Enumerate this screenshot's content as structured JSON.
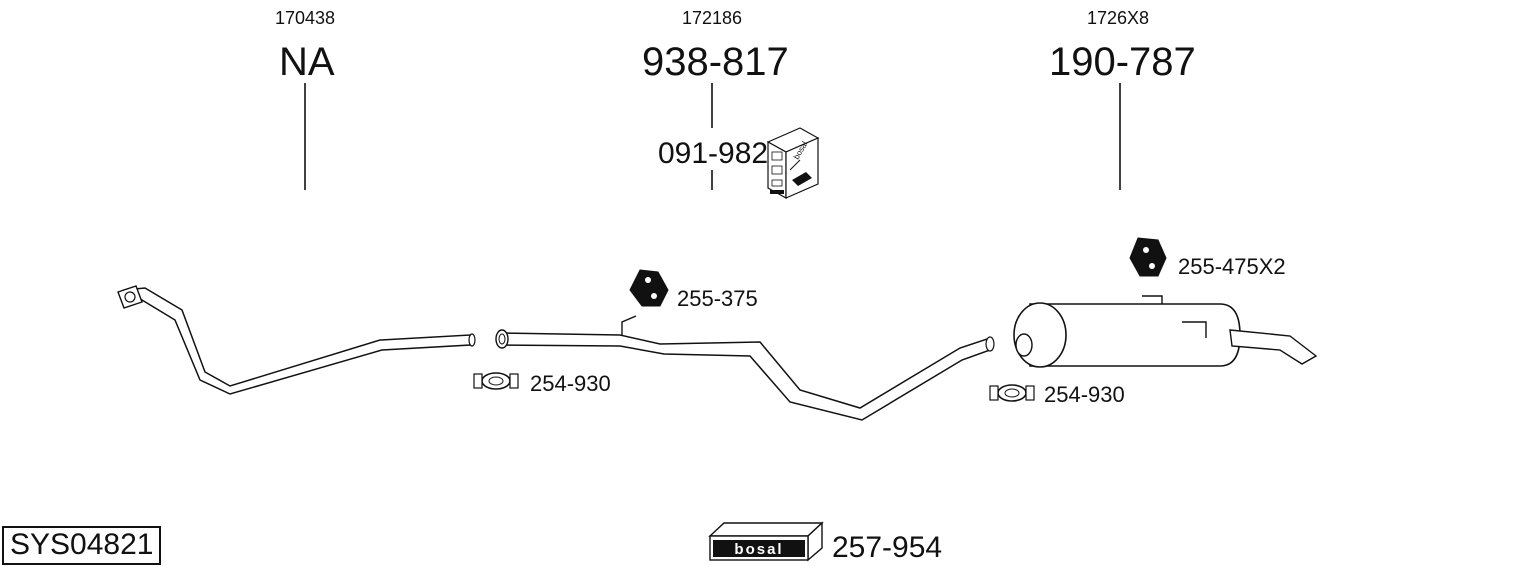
{
  "columns": [
    {
      "ref": "170438",
      "part": "NA"
    },
    {
      "ref": "172186",
      "part": "938-817"
    },
    {
      "ref": "1726X8",
      "part": "190-787"
    }
  ],
  "kit_part": "091-982",
  "hardware": {
    "mount_front": "255-375",
    "mount_rear": "255-475X2",
    "clamp_front": "254-930",
    "clamp_rear": "254-930"
  },
  "system_id": "SYS04821",
  "footer_part": "257-954",
  "brand": "bosal",
  "brand_box_label": "bosal"
}
